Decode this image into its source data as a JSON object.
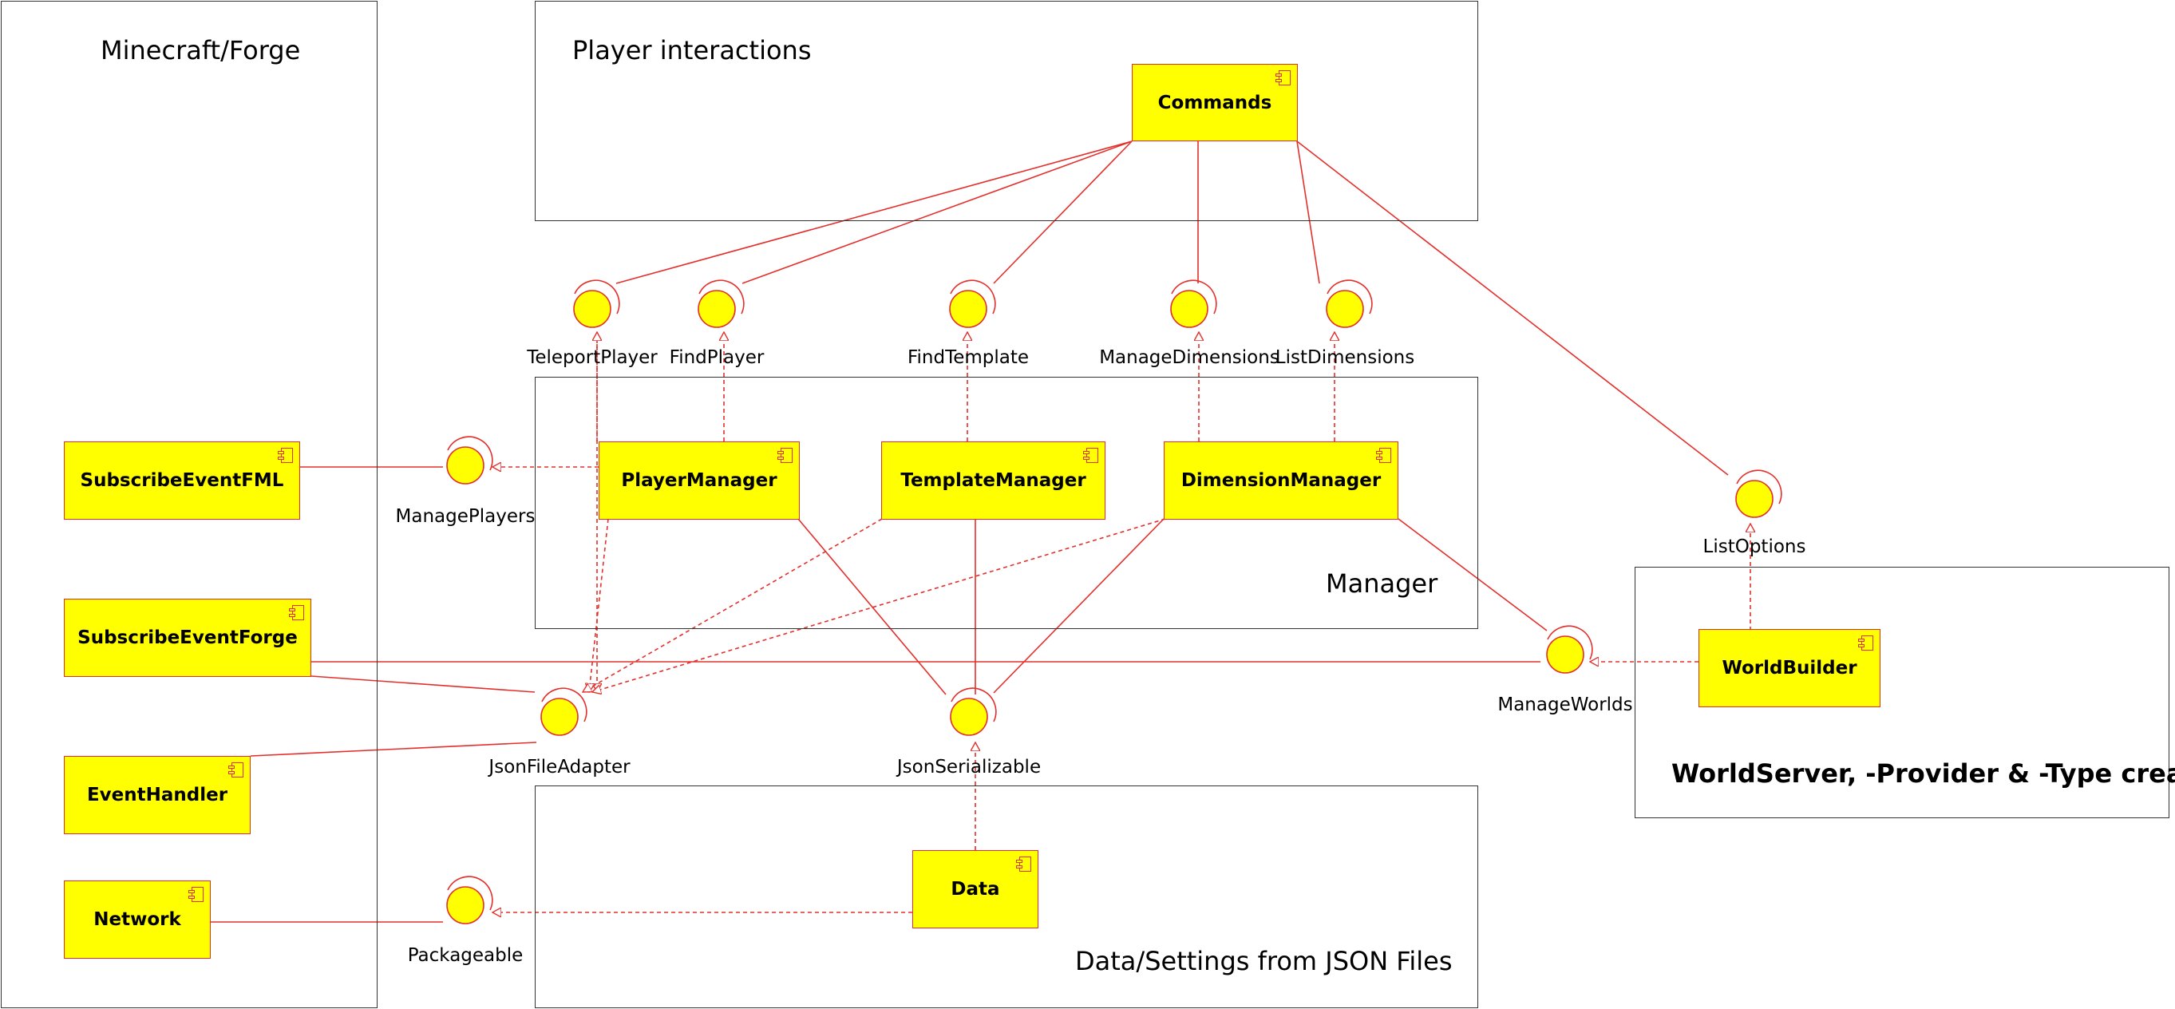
{
  "regions": {
    "minecraft": "Minecraft/Forge",
    "player_interactions": "Player interactions",
    "manager": "Manager",
    "data_settings": "Data/Settings from JSON Files",
    "worldserver": "WorldServer, -Provider & -Type creation"
  },
  "components": {
    "commands": "Commands",
    "player_manager": "PlayerManager",
    "template_manager": "TemplateManager",
    "dimension_manager": "DimensionManager",
    "subscribe_event_fml": "SubscribeEventFML",
    "subscribe_event_forge": "SubscribeEventForge",
    "event_handler": "EventHandler",
    "network": "Network",
    "data": "Data",
    "world_builder": "WorldBuilder"
  },
  "interfaces": {
    "teleport_player": "TeleportPlayer",
    "find_player": "FindPlayer",
    "find_template": "FindTemplate",
    "manage_dimensions": "ManageDimensions",
    "list_dimensions": "ListDimensions",
    "manage_players": "ManagePlayers",
    "list_options": "ListOptions",
    "manage_worlds": "ManageWorlds",
    "json_file_adapter": "JsonFileAdapter",
    "json_serializable": "JsonSerializable",
    "packageable": "Packageable"
  },
  "colors": {
    "component_fill": "#ffff00",
    "line": "#e3302c",
    "region_border": "#333333"
  }
}
